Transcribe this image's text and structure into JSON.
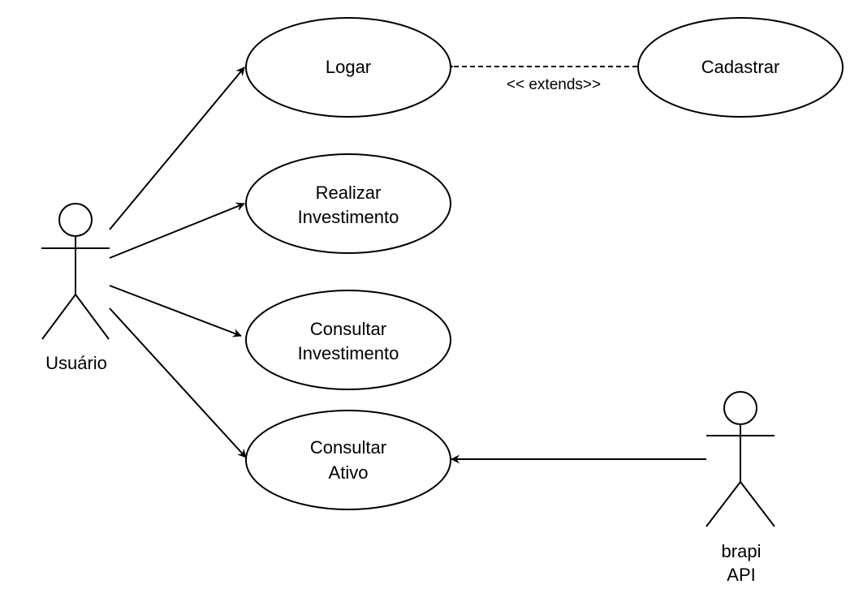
{
  "actors": {
    "user": {
      "label": "Usuário"
    },
    "api": {
      "label_line1": "brapi",
      "label_line2": "API"
    }
  },
  "use_cases": {
    "logar": {
      "label": "Logar"
    },
    "cadastrar": {
      "label": "Cadastrar"
    },
    "realizar": {
      "line1": "Realizar",
      "line2": "Investimento"
    },
    "consultar_inv": {
      "line1": "Consultar",
      "line2": "Investimento"
    },
    "consultar_ativo": {
      "line1": "Consultar",
      "line2": "Ativo"
    }
  },
  "relationships": {
    "extends_label": "<< extends>>"
  }
}
